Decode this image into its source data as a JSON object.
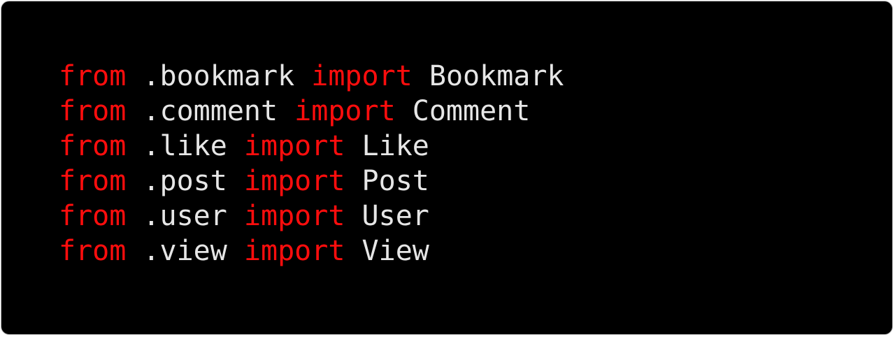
{
  "colors": {
    "background": "#000000",
    "keyword": "#ff0d0d",
    "text": "#e6e6e6"
  },
  "code": {
    "lines": [
      {
        "kw1": "from",
        "module": ".bookmark",
        "kw2": "import",
        "name": "Bookmark"
      },
      {
        "kw1": "from",
        "module": ".comment",
        "kw2": "import",
        "name": "Comment"
      },
      {
        "kw1": "from",
        "module": ".like",
        "kw2": "import",
        "name": "Like"
      },
      {
        "kw1": "from",
        "module": ".post",
        "kw2": "import",
        "name": "Post"
      },
      {
        "kw1": "from",
        "module": ".user",
        "kw2": "import",
        "name": "User"
      },
      {
        "kw1": "from",
        "module": ".view",
        "kw2": "import",
        "name": "View"
      }
    ]
  }
}
